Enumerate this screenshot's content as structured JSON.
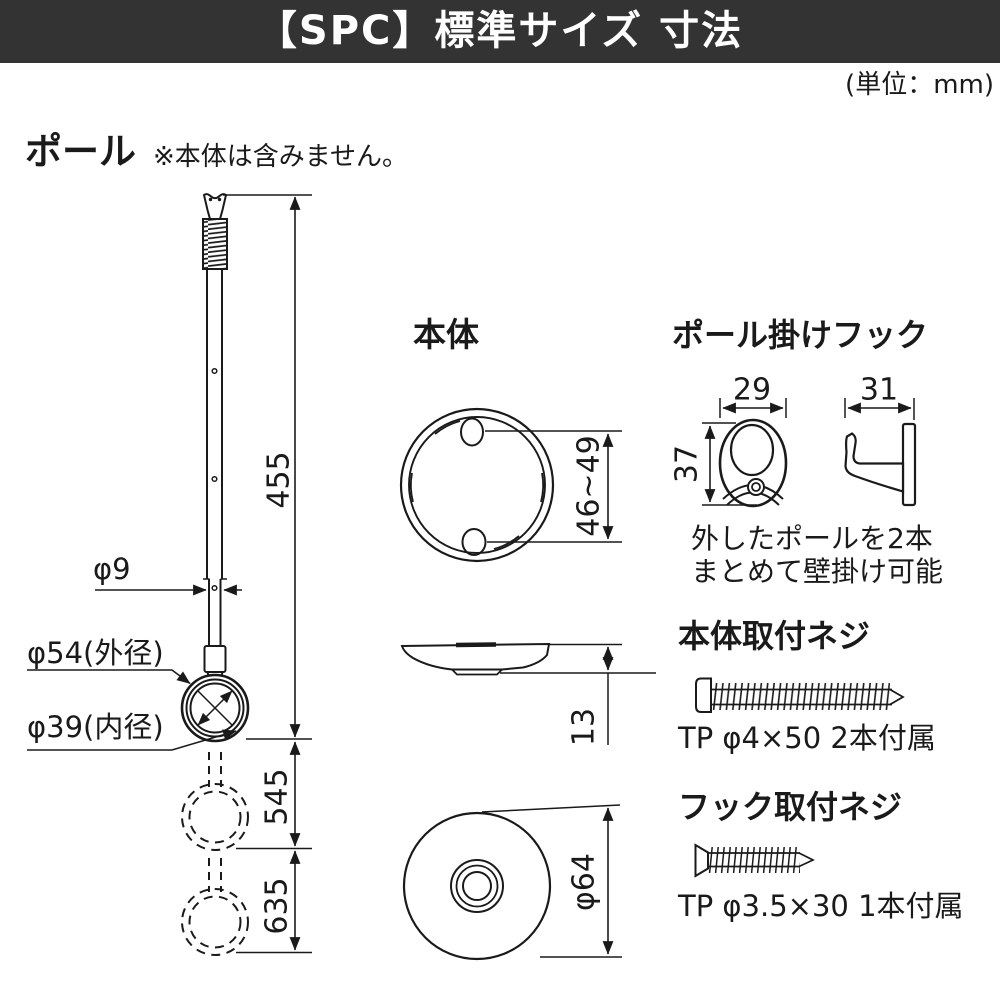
{
  "header": {
    "title": "【SPC】標準サイズ 寸法"
  },
  "unit_note": "(単位：mm)",
  "pole": {
    "title": "ポール",
    "note": "※本体は含みません。",
    "length": "455",
    "shaft_diameter": "φ9",
    "ring_outer": "φ54(外径)",
    "ring_inner": "φ39(内径)",
    "extended_1": "545",
    "extended_2": "635"
  },
  "body": {
    "title": "本体",
    "hole_pitch": "46~49",
    "thickness": "13",
    "base_diameter": "φ64"
  },
  "hook": {
    "title": "ポール掛けフック",
    "front_width": "29",
    "side_depth": "31",
    "height": "37",
    "caption1": "外したポールを2本",
    "caption2": "まとめて壁掛け可能"
  },
  "body_screw": {
    "title": "本体取付ネジ",
    "spec": "TP φ4×50 2本付属"
  },
  "hook_screw": {
    "title": "フック取付ネジ",
    "spec": "TP φ3.5×30 1本付属"
  },
  "colors": {
    "header_bg": "#333333",
    "ink": "#1a1a1a",
    "paper": "#ffffff"
  }
}
